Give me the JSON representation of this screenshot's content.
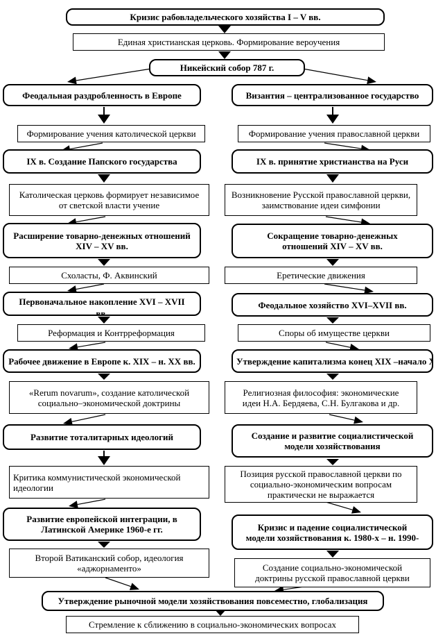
{
  "page": {
    "background": "#ffffff",
    "ink": "#000000"
  },
  "diagram": {
    "kind": "flowchart",
    "nodes": [
      {
        "id": "b1",
        "kind": "emphasis",
        "text": "Кризис рабовладельческого хозяйства I – V вв."
      },
      {
        "id": "b2",
        "kind": "plain",
        "text": "Единая христианская церковь. Формирование вероучения"
      },
      {
        "id": "b3",
        "kind": "emphasis",
        "text": "Никейский собор 787 г."
      },
      {
        "id": "L1",
        "kind": "emphasis",
        "text": "Феодальная раздробленность в Европе"
      },
      {
        "id": "R1",
        "kind": "emphasis",
        "text": "Византия – централизованное государство"
      },
      {
        "id": "L2",
        "kind": "plain",
        "text": "Формирование учения католической церкви"
      },
      {
        "id": "R2",
        "kind": "plain",
        "text": "Формирование учения православной церкви"
      },
      {
        "id": "L3",
        "kind": "emphasis",
        "text": "IX в. Создание Папского государства"
      },
      {
        "id": "R3",
        "kind": "emphasis",
        "text": "IX в. принятие христианства на Руси"
      },
      {
        "id": "L4",
        "kind": "plain",
        "text": "Католическая церковь формирует независимое\nот светской власти учение"
      },
      {
        "id": "R4",
        "kind": "plain",
        "text": "Возникновение Русской православной церкви,\nзаимствование идеи симфонии"
      },
      {
        "id": "L5",
        "kind": "emphasis",
        "text": "Расширение товарно-денежных отношений\nXIV – XV вв."
      },
      {
        "id": "R5",
        "kind": "emphasis",
        "text": "Сокращение товарно-денежных\nотношений XIV – XV вв."
      },
      {
        "id": "L6",
        "kind": "plain",
        "text": "Схоласты, Ф. Аквинский"
      },
      {
        "id": "R6",
        "kind": "plain",
        "text": "Еретические движения"
      },
      {
        "id": "L7",
        "kind": "emphasis",
        "text": "Первоначальное накопление XVI – XVII\nвв."
      },
      {
        "id": "R7",
        "kind": "emphasis",
        "text": "Феодальное хозяйство XVI–XVII вв."
      },
      {
        "id": "L8",
        "kind": "plain",
        "text": "Реформация и Контрреформация"
      },
      {
        "id": "R8",
        "kind": "plain",
        "text": "Споры об имуществе церкви"
      },
      {
        "id": "L9",
        "kind": "emphasis",
        "text": "Рабочее движение в Европе к. XIX – н. XX вв."
      },
      {
        "id": "R9",
        "kind": "emphasis",
        "text": "Утверждение капитализма конец XIX –начало XX"
      },
      {
        "id": "L10",
        "kind": "plain",
        "text": "«Rerum novarum», создание католической\nсоциально–экономической доктрины"
      },
      {
        "id": "R10",
        "kind": "plain",
        "text": "Религиозная философия: экономические\nидеи Н.А. Бердяева, С.Н. Булгакова и др."
      },
      {
        "id": "L11",
        "kind": "emphasis",
        "text": "Развитие тоталитарных идеологий"
      },
      {
        "id": "R11",
        "kind": "emphasis",
        "text": "Создание и развитие социалистической\nмодели хозяйствования"
      },
      {
        "id": "L12",
        "kind": "plain",
        "text": "Критика коммунистической экономической\nидеологии"
      },
      {
        "id": "R12",
        "kind": "plain",
        "text": "Позиция русской православной церкви по\nсоциально-экономическим вопросам\nпрактически не выражается"
      },
      {
        "id": "L13",
        "kind": "emphasis",
        "text": "Развитие европейской интеграции, в\nЛатинской Америке 1960-е гг."
      },
      {
        "id": "R13",
        "kind": "emphasis",
        "text": "Кризис и падение социалистической\nмодели хозяйствования к. 1980-х – н. 1990-"
      },
      {
        "id": "L14",
        "kind": "plain",
        "text": "Второй Ватиканский собор, идеология\n«аджорнаменто»"
      },
      {
        "id": "R14",
        "kind": "plain",
        "text": "Создание социально-экономической\nдоктрины русской православной церкви"
      },
      {
        "id": "bwide",
        "kind": "emphasis",
        "text": "Утверждение рыночной модели хозяйствования повсеместно, глобализация"
      },
      {
        "id": "bfinal",
        "kind": "plain",
        "text": "Стремление к сближению в социально-экономических вопросах"
      }
    ]
  }
}
